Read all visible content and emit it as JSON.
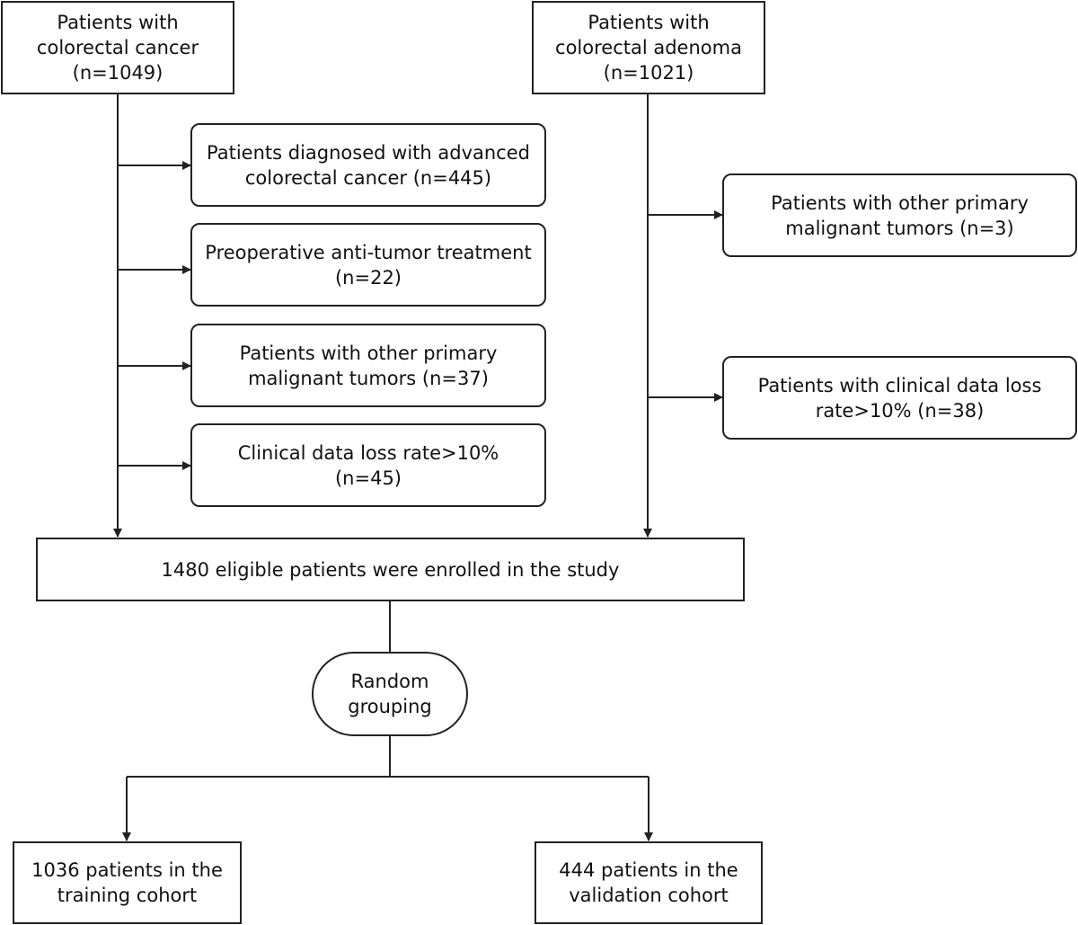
{
  "flowchart": {
    "crc_source": "Patients with colorectal cancer  (n=1049)",
    "adenoma_source": "Patients with colorectal adenoma (n=1021)",
    "crc_exclusions": [
      "Patients diagnosed with advanced colorectal cancer (n=445)",
      "Preoperative anti-tumor treatment (n=22)",
      "Patients with other primary malignant tumors (n=37)",
      "Clinical data loss rate>10% (n=45)"
    ],
    "adenoma_exclusions": [
      "Patients with other primary malignant tumors (n=3)",
      "Patients with clinical data loss rate>10% (n=38)"
    ],
    "enrolled": "1480 eligible patients were enrolled in the study",
    "grouping": "Random grouping",
    "training": "1036 patients in the training  cohort",
    "validation": "444 patients in the validation  cohort"
  }
}
